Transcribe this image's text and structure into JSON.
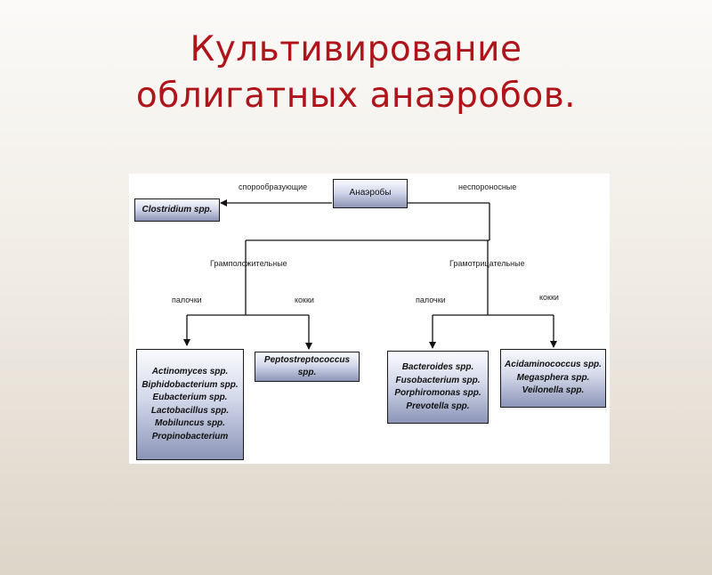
{
  "slide": {
    "title_line1": "Культивирование",
    "title_line2": "облигатных анаэробов."
  },
  "diagram": {
    "root": "Анаэробы",
    "edge_spore": "спорообразующие",
    "edge_nonspore": "неспороносные",
    "clostridium": "Clostridium spp.",
    "gram_positive": "Грамположительные",
    "gram_negative": "Грамотрицательные",
    "gp_rods_label": "палочки",
    "gp_cocci_label": "кокки",
    "gn_rods_label": "палочки",
    "gn_cocci_label": "кокки",
    "gp_rods_items": [
      "Actinomyces spp.",
      "Biphidobacterium spp.",
      "Eubacterium spp.",
      "Lactobacillus spp.",
      "Mobiluncus spp.",
      "Propinobacterium"
    ],
    "gp_cocci_items": [
      "Peptostreptococcus spp."
    ],
    "gn_rods_items": [
      "Bacteroides spp.",
      "Fusobacterium spp.",
      "Porphiromonas spp.",
      "Prevotella spp."
    ],
    "gn_cocci_items": [
      "Acidaminococcus spp.",
      "Megasphera spp.",
      "Veilonella spp."
    ]
  }
}
